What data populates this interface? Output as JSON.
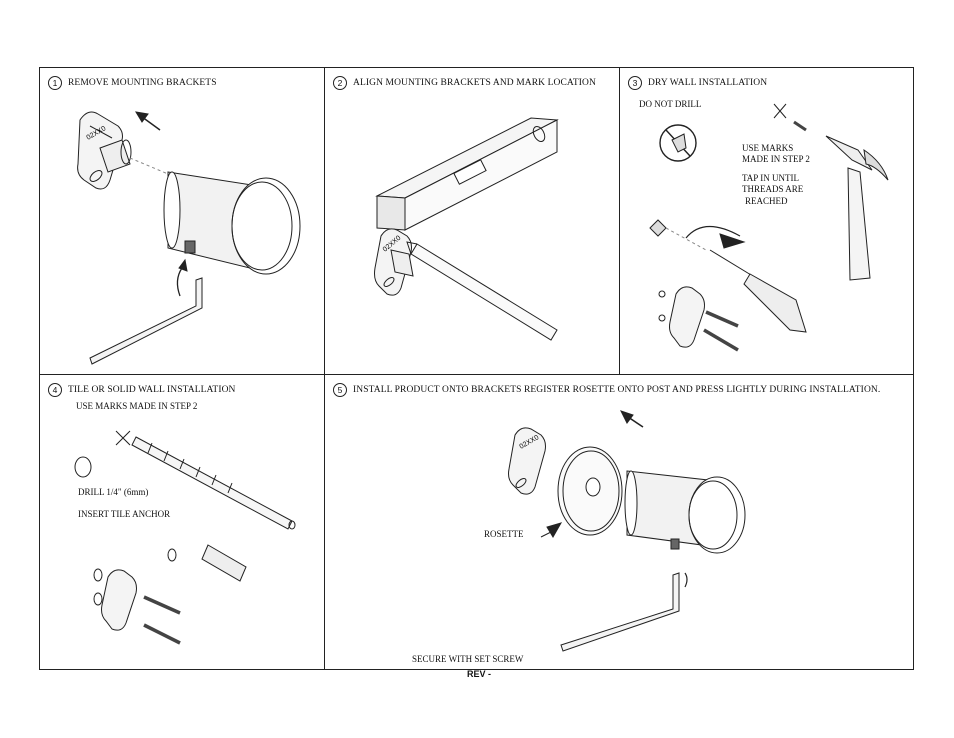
{
  "steps": [
    {
      "number": "1",
      "title": "REMOVE MOUNTING BRACKETS"
    },
    {
      "number": "2",
      "title": "ALIGN MOUNTING BRACKETS AND MARK LOCATION"
    },
    {
      "number": "3",
      "title": "DRY WALL INSTALLATION",
      "notes": {
        "do_not_drill": "DO NOT DRILL",
        "use_marks_1": "USE MARKS",
        "use_marks_2": "MADE IN STEP 2",
        "tap_1": "TAP IN UNTIL",
        "tap_2": "THREADS ARE",
        "tap_3": "REACHED"
      }
    },
    {
      "number": "4",
      "title": "TILE OR SOLID WALL INSTALLATION",
      "notes": {
        "use_marks": "USE MARKS MADE IN STEP 2",
        "drill": "DRILL 1/4\" (6mm)",
        "anchor": "INSERT TILE ANCHOR"
      }
    },
    {
      "number": "5",
      "title": "INSTALL PRODUCT ONTO BRACKETS REGISTER ROSETTE ONTO POST AND PRESS LIGHTLY DURING INSTALLATION.",
      "notes": {
        "rosette": "ROSETTE",
        "set_screw": "SECURE WITH SET SCREW"
      }
    }
  ],
  "bracket_label": "02XX0",
  "footer": {
    "rev": "REV -"
  }
}
